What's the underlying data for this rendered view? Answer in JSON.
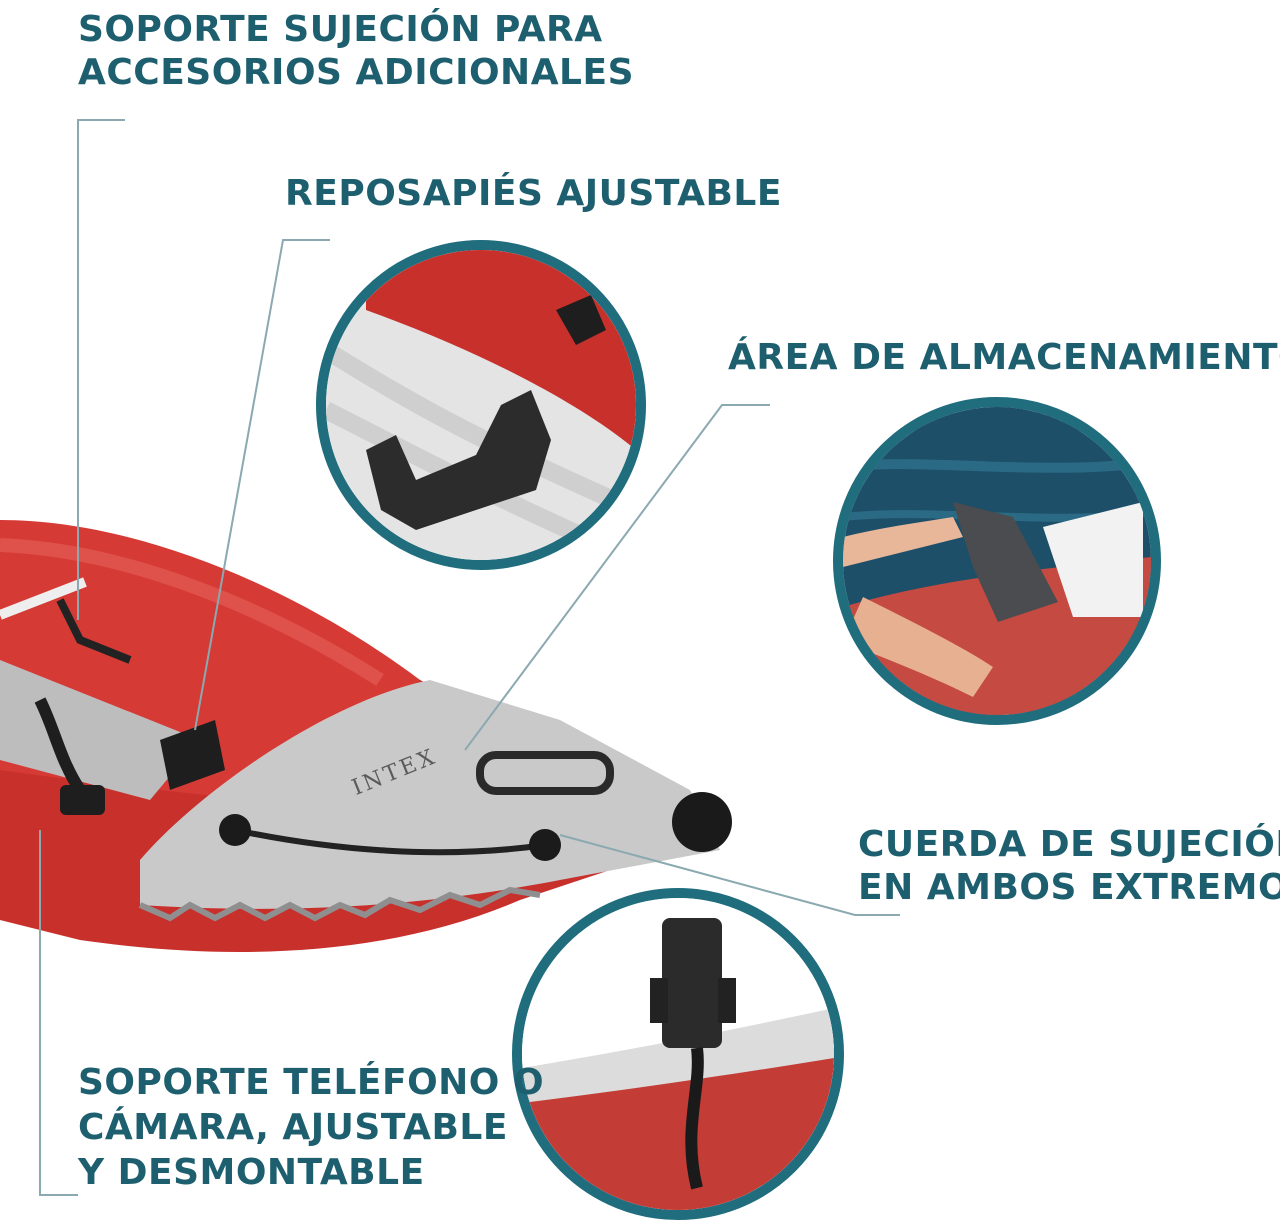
{
  "labels": {
    "accessory_mount": [
      "SOPORTE SUJECIÓN PARA",
      "ACCESORIOS ADICIONALES"
    ],
    "footrest": [
      "REPOSAPIÉS AJUSTABLE"
    ],
    "storage": [
      "ÁREA DE ALMACENAMIENTO"
    ],
    "rope": [
      "CUERDA DE SUJECIÓN",
      "EN AMBOS EXTREMOS"
    ],
    "phone_mount": [
      "SOPORTE TELÉFONO O",
      "CÁMARA, AJUSTABLE",
      "Y DESMONTABLE"
    ]
  },
  "brand_text": "INTEX",
  "colors": {
    "label_text": "#1d5f6e",
    "circle_border": "#1f6d7d",
    "kayak_red": "#c8302c",
    "kayak_grey": "#c9c9c9",
    "leader_line": "#8aa9b0",
    "sea": "#1d4f68"
  }
}
